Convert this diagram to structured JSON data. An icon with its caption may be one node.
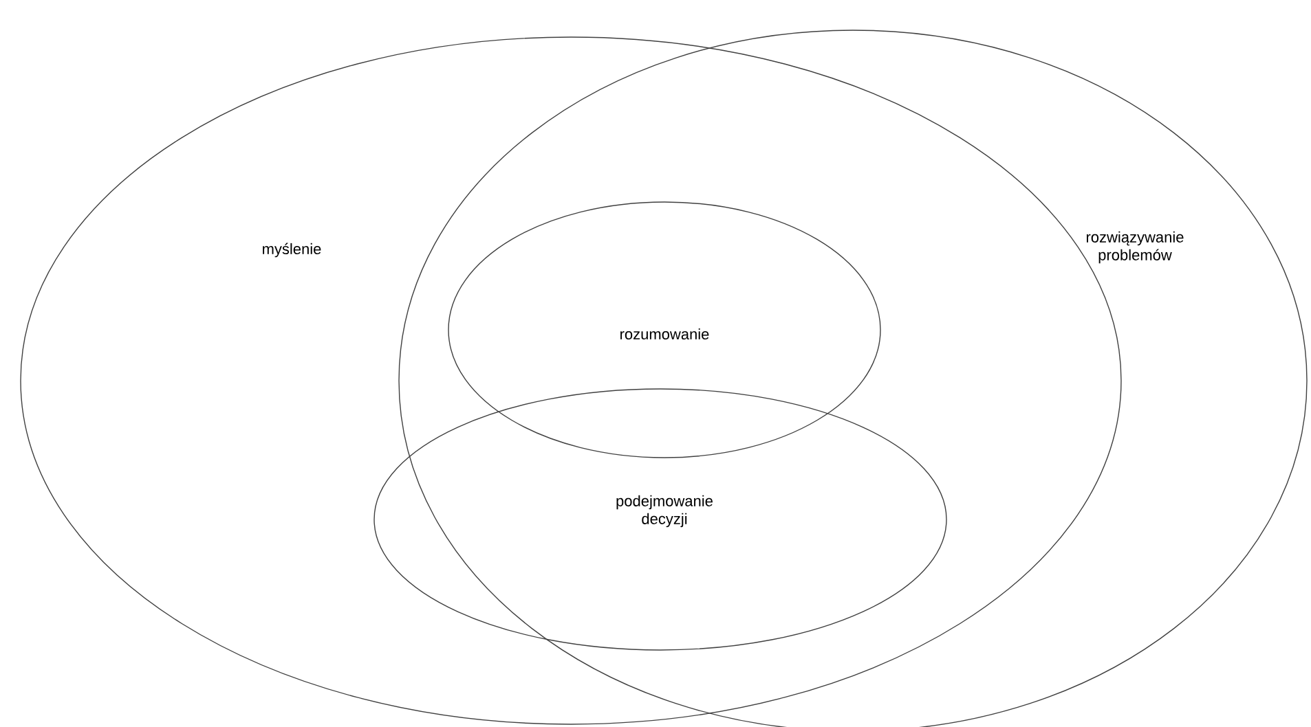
{
  "diagram": {
    "nodes": [
      {
        "text": [
          "myślenie"
        ]
      },
      {
        "text": [
          "rozwiązywanie problemów"
        ]
      },
      {
        "text": [
          "rozumowanie"
        ]
      },
      {
        "text": [
          "podejmowanie decyzji"
        ]
      }
    ]
  }
}
